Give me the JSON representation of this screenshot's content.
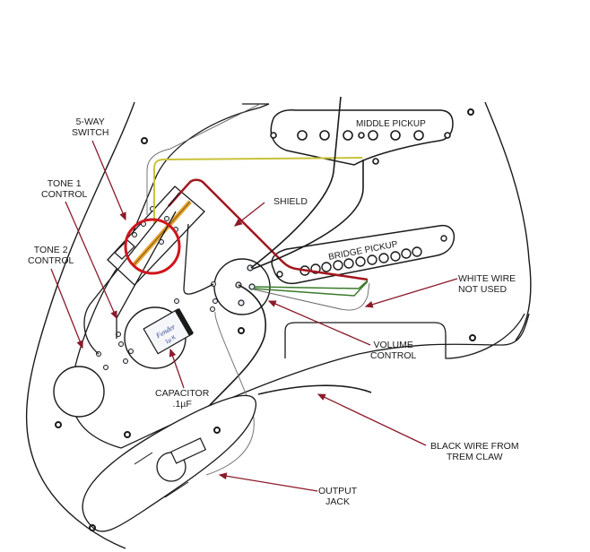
{
  "diagram": {
    "title": "Stratocaster wiring diagram",
    "colors": {
      "outline": "#1a1a1a",
      "shield_wire": "#a3161e",
      "annotation_arrow": "#8b1a2a",
      "highlight_circle": "#d0141c",
      "yellow_wire": "#c9c23a",
      "green_wire": "#3a7a2a",
      "switch_bar": "#e8a531",
      "capacitor_text": "#2a3f8f"
    },
    "labels": {
      "five_way_switch": [
        "5-WAY",
        "SWITCH"
      ],
      "tone1": [
        "TONE 1",
        "CONTROL"
      ],
      "tone2": [
        "TONE 2",
        "CONTROL"
      ],
      "shield": "SHIELD",
      "middle_pickup": "MIDDLE PICKUP",
      "bridge_pickup": "BRIDGE PICKUP",
      "white_wire": [
        "WHITE WIRE",
        "NOT USED"
      ],
      "volume": [
        "VOLUME",
        "CONTROL"
      ],
      "capacitor": [
        "CAPACITOR",
        ".1µF"
      ],
      "black_wire": [
        "BLACK WIRE FROM",
        "TREM CLAW"
      ],
      "output_jack": [
        "OUTPUT",
        "JACK"
      ],
      "capacitor_brand": "Fender",
      "capacitor_value": "1µ K"
    }
  }
}
